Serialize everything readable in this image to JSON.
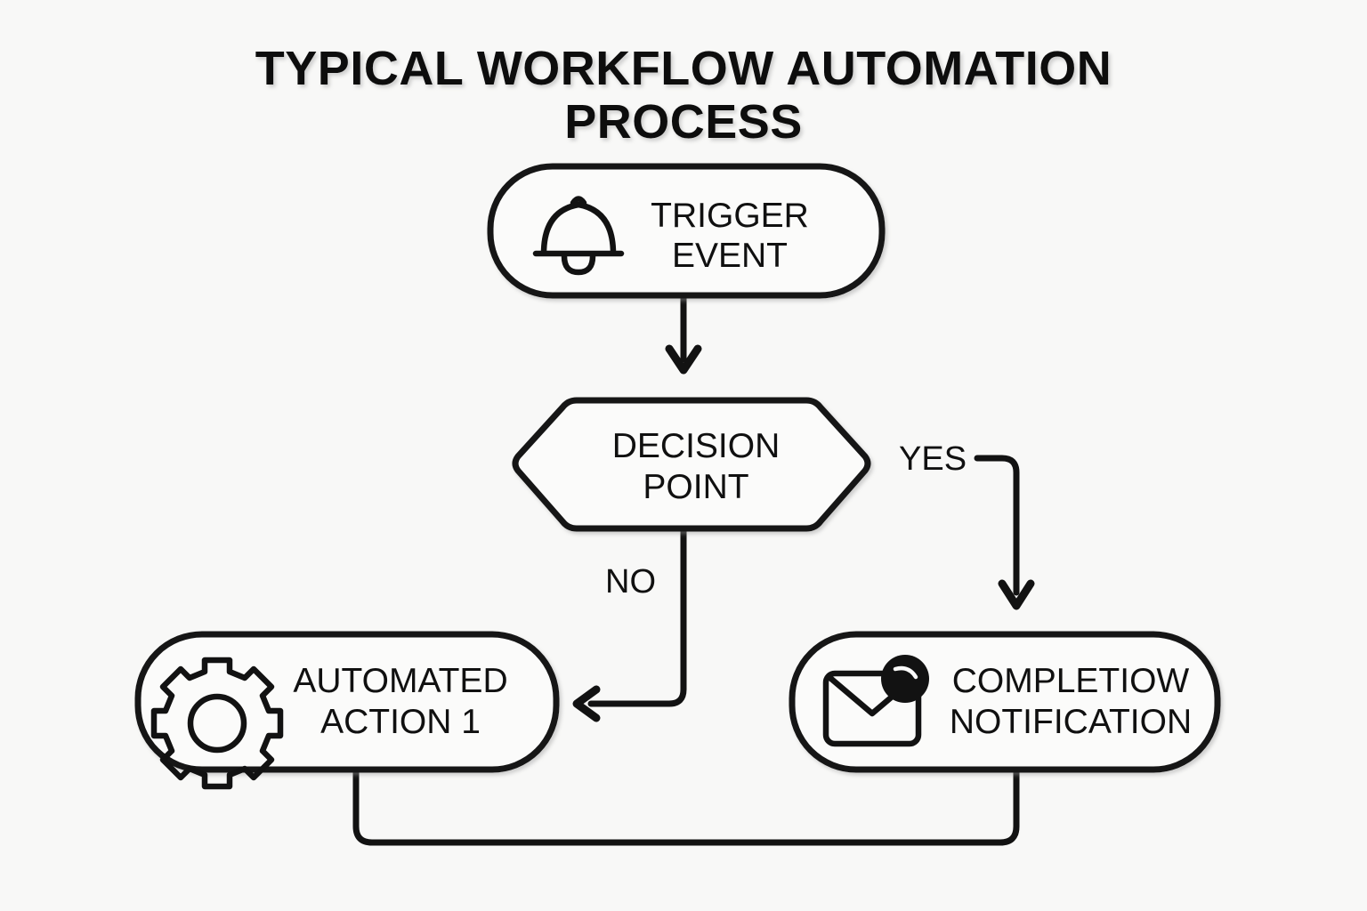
{
  "diagram": {
    "title": "TYPICAL WORKFLOW AUTOMATION PROCESS",
    "title_line_1": "TYPICAL WORKFLOW AUTOMATION",
    "title_line_2": "PROCESS",
    "background_color": "#f8f8f7",
    "stroke_color": "#121212",
    "node_fill_color": "#fbfbfa",
    "type": "flowchart"
  },
  "nodes": [
    {
      "id": "trigger-event",
      "shape": "rounded-rectangle",
      "icon": "bell-icon",
      "label_line_1": "TRIGGER",
      "label_line_2": "EVENT",
      "label": "TRIGGER EVENT"
    },
    {
      "id": "decision-point",
      "shape": "hexagon",
      "icon": null,
      "label_line_1": "DECISION",
      "label_line_2": "POINT",
      "label": "DECISION POINT"
    },
    {
      "id": "automated-action-1",
      "shape": "rounded-rectangle",
      "icon": "gear-icon",
      "label_line_1": "AUTOMATED",
      "label_line_2": "ACTION 1",
      "label": "AUTOMATED ACTION 1"
    },
    {
      "id": "completion-notification",
      "shape": "rounded-rectangle",
      "icon": "envelope-notification-icon",
      "label_line_1": "COMPLETIOW",
      "label_line_2": "NOTIFICATION",
      "label": "COMPLETIOW NOTIFICATION"
    }
  ],
  "connectors": [
    {
      "id": "trigger-to-decision",
      "from": "trigger-event",
      "to": "decision-point",
      "label": "",
      "arrow": "down"
    },
    {
      "id": "decision-yes",
      "from": "decision-point",
      "to": "completion-notification",
      "label": "YES",
      "arrow": "down"
    },
    {
      "id": "decision-no",
      "from": "decision-point",
      "to": "automated-action-1",
      "label": "NO",
      "arrow": "left"
    },
    {
      "id": "loop-back",
      "from": "completion-notification",
      "to": "automated-action-1",
      "label": "",
      "arrow": "none"
    }
  ]
}
